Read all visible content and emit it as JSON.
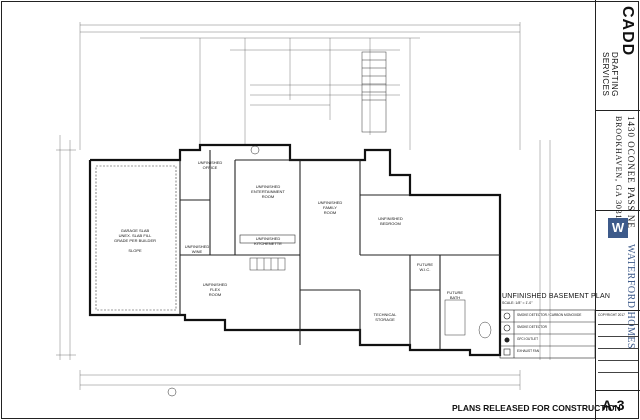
{
  "plan": {
    "title": "UNFINISHED BASEMENT PLAN",
    "scale": "SCALE: 1/8\" = 1'-0\"",
    "released": "PLANS RELEASED FOR CONSTRUCTION",
    "rooms": {
      "garage": "GARAGE SLAB\nUNEX. SLAB FILL\nGRADE PER BUILDER\n\nSLOPE",
      "office": "UNFINISHED\nOFFICE",
      "entertainment": "UNFINISHED\nENTERTAINMENT\nROOM",
      "kitchenette": "UNFINISHED\nKITCHENETTE",
      "family": "UNFINISHED\nFAMILY\nROOM",
      "bedroom": "UNFINISHED\nBEDROOM",
      "wine": "UNFINISHED\nWINE",
      "flex": "UNFINISHED\nFLEX\nROOM",
      "closet": "FUTURE\nW.I.C.",
      "bath": "FUTURE\nBATH",
      "technical": "TECHNICAL\nSTORAGE"
    },
    "legend": [
      "SMOKE DETECTOR / CARBON MONOXIDE",
      "SMOKE DETECTOR",
      "GFCI OUTLET",
      "EXHAUST FAN"
    ]
  },
  "title_block": {
    "company_line1": "CADD",
    "company_line2": "DRAFTING",
    "company_line3": "SERVICES",
    "address_line1": "1430 OCONEE PASS NE",
    "address_line2": "BROOKHAVEN, GA 30319",
    "client": "WATERFORD HOMES",
    "copyright": "COPYRIGHT 2017",
    "sheet": "A-3"
  }
}
